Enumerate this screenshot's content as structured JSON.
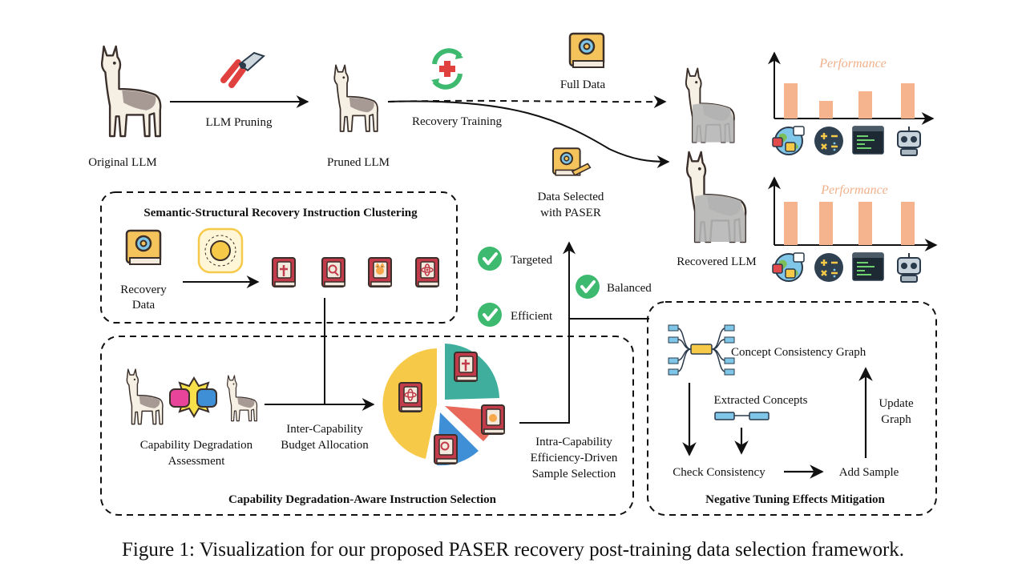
{
  "nodes": {
    "original_llm": "Original LLM",
    "llm_pruning": "LLM Pruning",
    "pruned_llm": "Pruned LLM",
    "recovery_training": "Recovery Training",
    "full_data": "Full Data",
    "data_selected_line1": "Data Selected",
    "data_selected_line2": "with PASER",
    "recovered_llm": "Recovered LLM",
    "performance_top": "Performance",
    "performance_bottom": "Performance"
  },
  "clustering": {
    "title": "Semantic-Structural Recovery Instruction Clustering",
    "recovery_data_line1": "Recovery",
    "recovery_data_line2": "Data"
  },
  "properties": {
    "targeted": "Targeted",
    "balanced": "Balanced",
    "efficient": "Efficient"
  },
  "selection": {
    "title": "Capability Degradation-Aware Instruction Selection",
    "assessment_line1": "Capability Degradation",
    "assessment_line2": "Assessment",
    "budget_line1": "Inter-Capability",
    "budget_line2": "Budget Allocation",
    "intra_line1": "Intra-Capability",
    "intra_line2": "Efficiency-Driven",
    "intra_line3": "Sample Selection"
  },
  "mitigation": {
    "title": "Negative Tuning Effects Mitigation",
    "ccg": "Concept Consistency Graph",
    "extracted": "Extracted Concepts",
    "check": "Check Consistency",
    "add": "Add Sample",
    "update_line1": "Update",
    "update_line2": "Graph"
  },
  "caption": "Figure 1: Visualization for our proposed PASER recovery post-training data selection framework.",
  "colors": {
    "bar": "#f5b48e",
    "check_green": "#3dba6f",
    "book_red": "#c23b4a",
    "pie_yellow": "#f7c948",
    "pie_teal": "#3fae9d",
    "pie_red": "#e8685a",
    "pie_blue": "#3e8fd6",
    "llama_grey": "#b6b6b6"
  },
  "icons": [
    "llama-icon",
    "pruning-shears-icon",
    "recycle-cross-icon",
    "gear-book-icon",
    "document-pen-icon",
    "book-cross-icon",
    "book-search-icon",
    "book-cat-icon",
    "book-atom-icon",
    "globe-icon",
    "math-icon",
    "code-terminal-icon",
    "robot-icon",
    "checkmark-icon",
    "mind-map-icon",
    "fist-bump-icon"
  ]
}
